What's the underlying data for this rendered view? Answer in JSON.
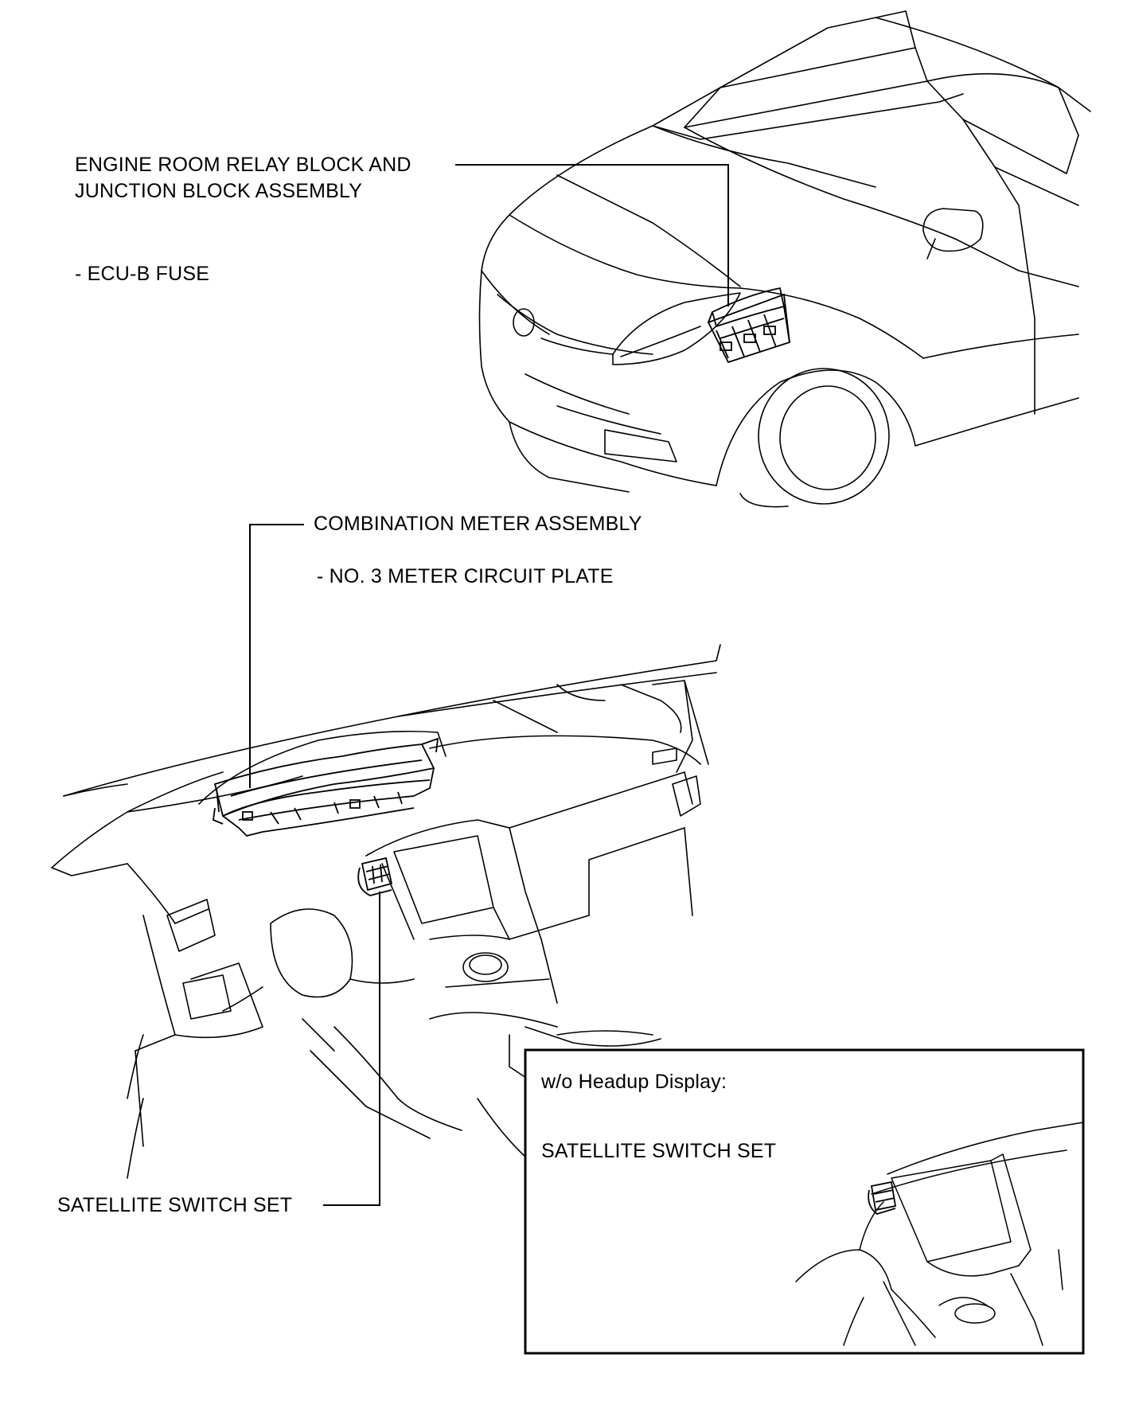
{
  "labels": {
    "engine_room_line1": "ENGINE ROOM RELAY BLOCK AND",
    "engine_room_line2": "JUNCTION BLOCK ASSEMBLY",
    "ecu_b_fuse": "- ECU-B FUSE",
    "combination_meter": "COMBINATION METER ASSEMBLY",
    "meter_circuit_plate": "- NO. 3 METER CIRCUIT PLATE",
    "satellite_switch_main": "SATELLITE SWITCH SET",
    "inset_title": "w/o Headup Display:",
    "satellite_switch_inset": "SATELLITE SWITCH SET"
  }
}
